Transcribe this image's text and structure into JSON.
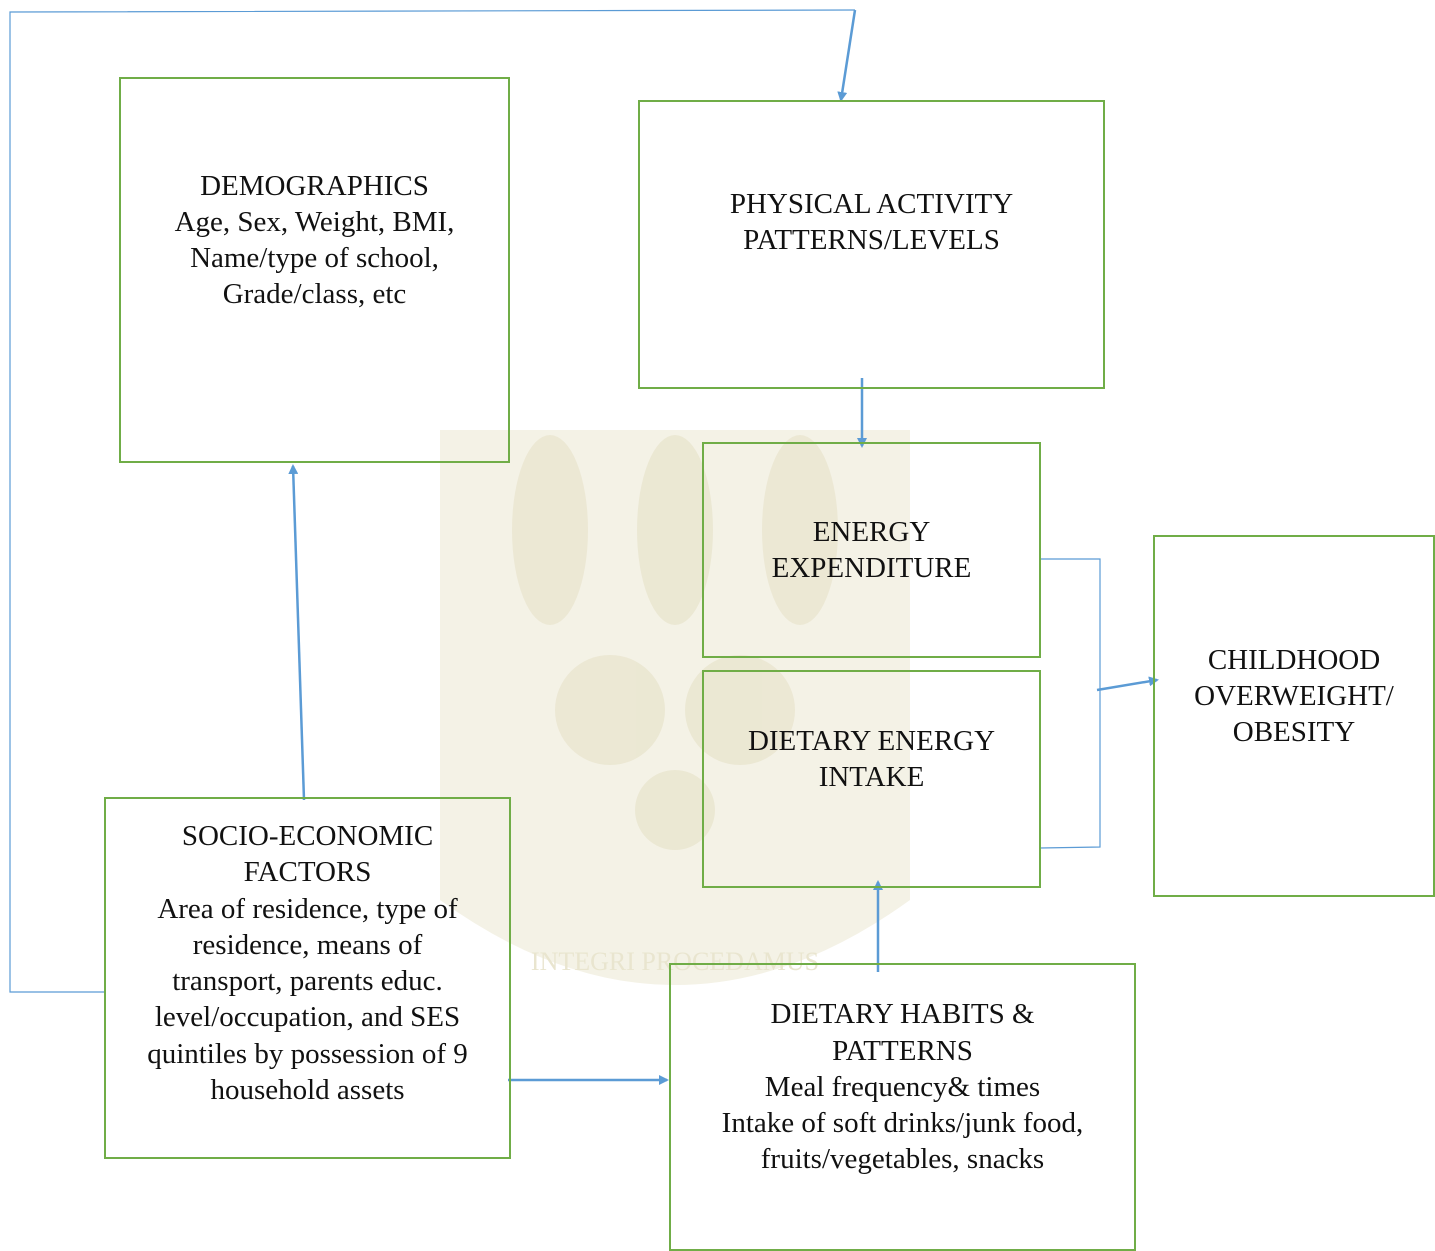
{
  "colors": {
    "box_border": "#70ad47",
    "arrow": "#5b9bd5",
    "text": "#111111",
    "watermark": "#f3f1e4"
  },
  "watermark": {
    "icon": "university-crest-watermark",
    "motto": "INTEGRI PROCEDAMUS"
  },
  "boxes": {
    "demographics": {
      "title": "DEMOGRAPHICS",
      "lines": [
        "Age, Sex, Weight, BMI,",
        "Name/type of school,",
        "Grade/class, etc"
      ]
    },
    "physical_activity": {
      "lines": [
        "PHYSICAL ACTIVITY",
        "PATTERNS/LEVELS"
      ]
    },
    "energy_expenditure": {
      "lines": [
        "ENERGY",
        "EXPENDITURE"
      ]
    },
    "dietary_energy_intake": {
      "lines": [
        "DIETARY ENERGY",
        "INTAKE"
      ]
    },
    "childhood_obesity": {
      "lines": [
        "CHILDHOOD",
        "OVERWEIGHT/",
        "OBESITY"
      ]
    },
    "socio_economic": {
      "lines": [
        "SOCIO-ECONOMIC",
        "FACTORS",
        "Area of residence, type of",
        "residence, means of",
        "transport, parents educ.",
        "level/occupation, and SES",
        "quintiles by possession of 9",
        "household assets"
      ]
    },
    "dietary_habits": {
      "lines": [
        "DIETARY HABITS &",
        "PATTERNS",
        "Meal frequency& times",
        "Intake of soft drinks/junk food,",
        "fruits/vegetables, snacks"
      ]
    }
  }
}
